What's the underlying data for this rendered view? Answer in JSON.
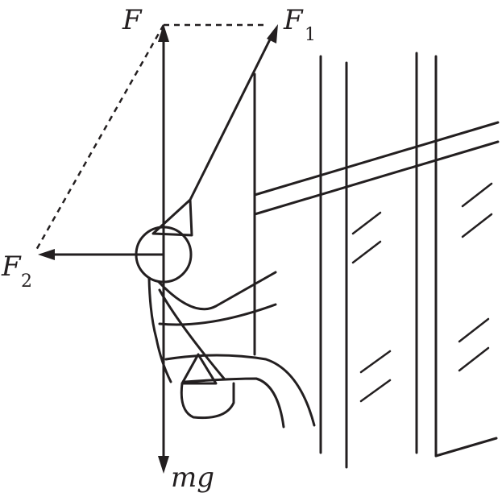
{
  "labels": {
    "resultant": "F",
    "f1_main": "F",
    "f1_sub": "1",
    "f2_main": "F",
    "f2_sub": "2",
    "weight": "mg"
  },
  "colors": {
    "ink": "#231f20",
    "background": "#ffffff"
  }
}
